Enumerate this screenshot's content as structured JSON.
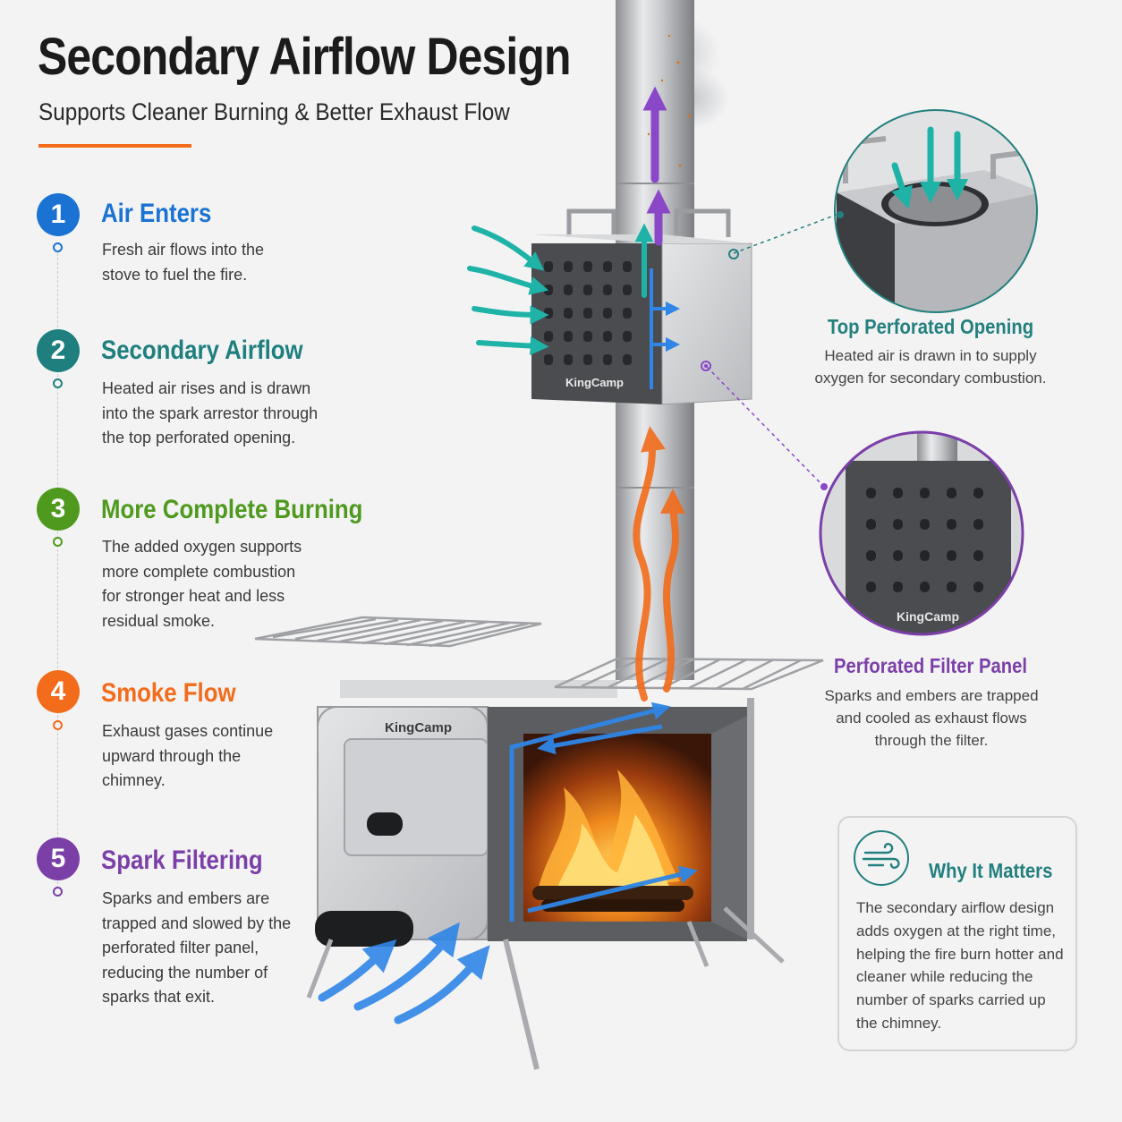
{
  "header": {
    "title": "Secondary Airflow Design",
    "subtitle": "Supports Cleaner Burning & Better Exhaust Flow"
  },
  "steps": [
    {
      "num": "1",
      "title": "Air Enters",
      "color": "#1a73d2",
      "desc": "Fresh air flows into the stove to fuel the fire."
    },
    {
      "num": "2",
      "title": "Secondary Airflow",
      "color": "#1f7f7f",
      "desc": "Heated air rises and is drawn into the spark arrestor through the top perforated opening."
    },
    {
      "num": "3",
      "title": "More Complete Burning",
      "color": "#4f9a1e",
      "desc": "The added oxygen supports more complete combustion for stronger heat and less residual smoke."
    },
    {
      "num": "4",
      "title": "Smoke Flow",
      "color": "#f26c1b",
      "desc": "Exhaust gases continue upward through the chimney."
    },
    {
      "num": "5",
      "title": "Spark Filtering",
      "color": "#7b3fa8",
      "desc": "Sparks and embers are trapped and slowed by the perforated filter panel, reducing the number of sparks that exit."
    }
  ],
  "callouts": {
    "top_opening": {
      "title": "Top Perforated Opening",
      "color": "#23807e",
      "desc": "Heated air is drawn in to supply oxygen for secondary combustion."
    },
    "filter_panel": {
      "title": "Perforated Filter Panel",
      "color": "#7b3fa8",
      "desc": "Sparks and embers are trapped and cooled as exhaust flows through the filter."
    }
  },
  "why": {
    "title": "Why It Matters",
    "icon": "wind-icon",
    "desc": "The secondary airflow design adds oxygen at the right time, helping the fire burn hotter and cleaner while reducing the number of sparks carried up the chimney."
  },
  "brand": {
    "stove_logo": "KingCamp",
    "arrestor_logo": "KingCamp",
    "filter_logo": "KingCamp"
  },
  "colors": {
    "accent_orange": "#f26c1b",
    "intake_blue": "#2f86e6",
    "secondary_teal": "#1fb3a8",
    "exhaust_purple": "#8a47c8"
  }
}
